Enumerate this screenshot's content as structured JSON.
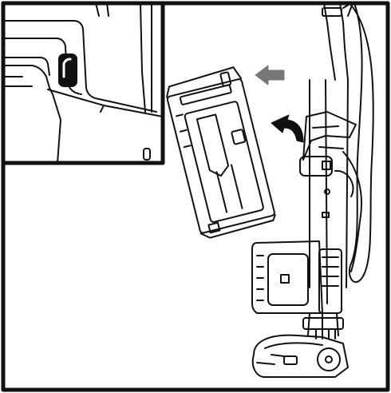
{
  "figure": {
    "panels": [
      "inset-detail",
      "main-view"
    ],
    "arrows": [
      {
        "name": "slide-left-arrow",
        "direction": "left",
        "color": "#777777"
      },
      {
        "name": "rotate-arrow",
        "direction": "curved-up-left",
        "color": "#111111"
      }
    ],
    "colors": {
      "line": "#111111",
      "fill": "#ffffff",
      "arrow_gray": "#777777"
    }
  }
}
